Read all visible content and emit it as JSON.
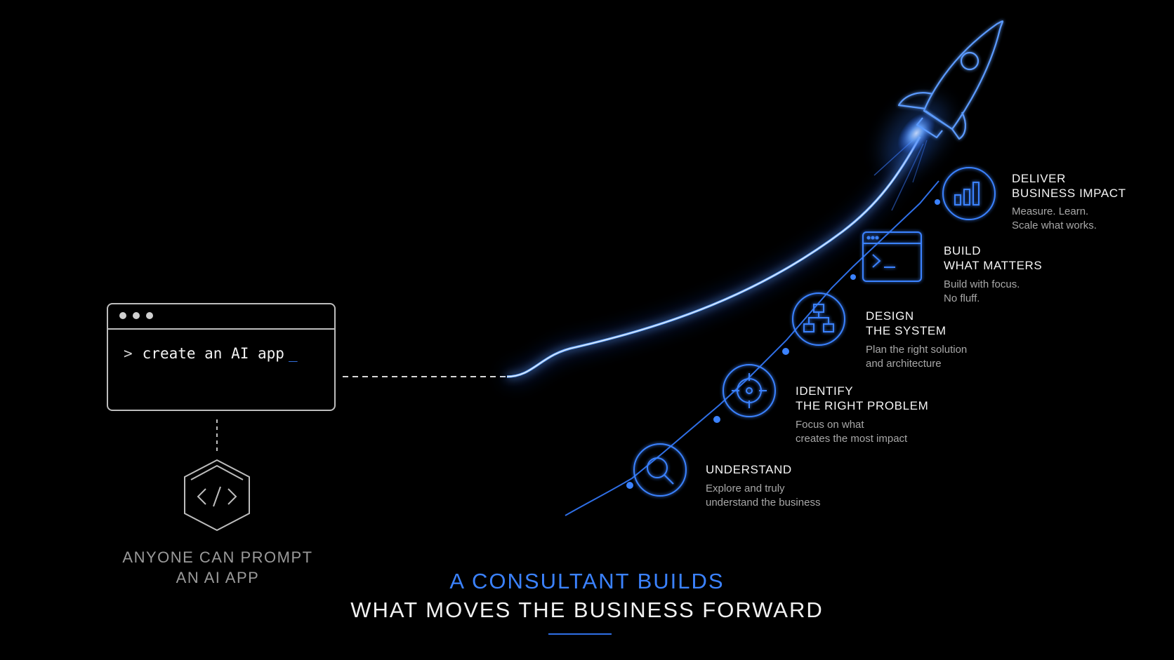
{
  "terminal": {
    "prompt_symbol": ">",
    "command": "create an AI app",
    "cursor": "_"
  },
  "left_caption": {
    "line1": "ANYONE CAN PROMPT",
    "line2": "AN AI APP"
  },
  "steps": [
    {
      "title_line1": "UNDERSTAND",
      "title_line2": "",
      "desc_line1": "Explore and truly",
      "desc_line2": "understand the business",
      "icon": "search-icon"
    },
    {
      "title_line1": "IDENTIFY",
      "title_line2": "THE RIGHT PROBLEM",
      "desc_line1": "Focus on what",
      "desc_line2": "creates the most impact",
      "icon": "target-icon"
    },
    {
      "title_line1": "DESIGN",
      "title_line2": "THE SYSTEM",
      "desc_line1": "Plan the right solution",
      "desc_line2": "and architecture",
      "icon": "hierarchy-icon"
    },
    {
      "title_line1": "BUILD",
      "title_line2": "WHAT MATTERS",
      "desc_line1": "Build with focus.",
      "desc_line2": "No fluff.",
      "icon": "terminal-icon"
    },
    {
      "title_line1": "DELIVER",
      "title_line2": "BUSINESS IMPACT",
      "desc_line1": "Measure. Learn.",
      "desc_line2": "Scale what works.",
      "icon": "bar-chart-icon"
    }
  ],
  "headline": {
    "line1": "A CONSULTANT BUILDS",
    "line2": "WHAT MOVES THE BUSINESS FORWARD"
  },
  "colors": {
    "background": "#000000",
    "accent": "#3b82ff",
    "glow": "#5aa0ff",
    "muted_text": "#a8a8a8"
  }
}
